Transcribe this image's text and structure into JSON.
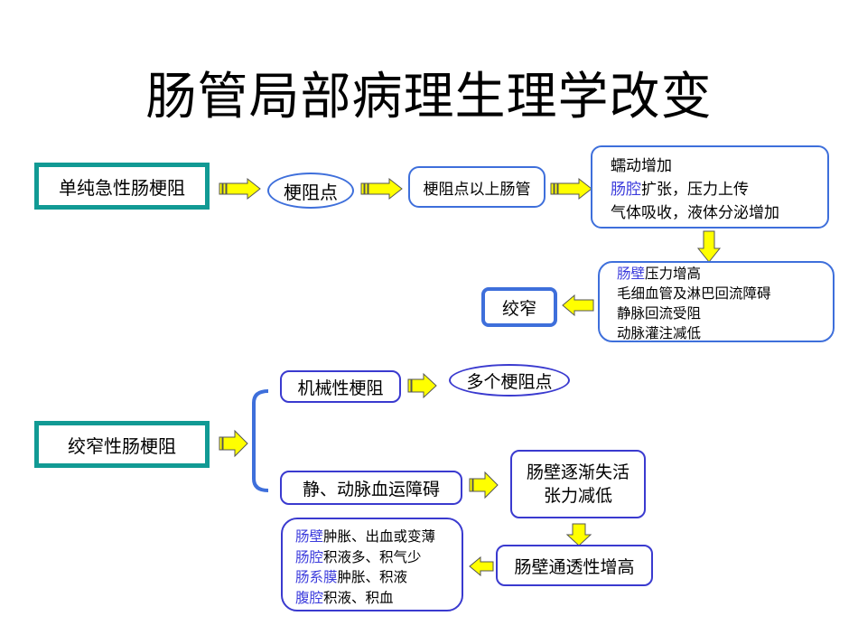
{
  "title": "肠管局部病理生理学改变",
  "colors": {
    "teal_border": "#119a94",
    "box_border": "#3e6fdb",
    "arrow_fill": "#ffff00",
    "highlight_text": "#3b3bdc"
  },
  "simple_obstruction": {
    "label": "单纯急性肠梗阻",
    "obstruction_point": "梗阻点",
    "above_point": "梗阻点以上肠管",
    "effects": {
      "line1": "蠕动增加",
      "line2_highlight": "肠腔",
      "line2_rest": "扩张，压力上传",
      "line3": "气体吸收，液体分泌增加"
    },
    "wall_effects": {
      "line1_highlight": "肠壁",
      "line1_rest": "压力增高",
      "line2": "毛细血管及淋巴回流障碍",
      "line3": "静脉回流受阻",
      "line4": "动脉灌注减低"
    },
    "result": "绞窄"
  },
  "strangulated_obstruction": {
    "label": "绞窄性肠梗阻",
    "branch_mechanical": "机械性梗阻",
    "multiple_points": "多个梗阻点",
    "branch_vascular": "静、动脉血运障碍",
    "wall_loss": {
      "line1": "肠壁逐渐失活",
      "line2": "张力减低"
    },
    "permeability": "肠壁通透性增高",
    "consequences": {
      "line1_highlight": "肠壁",
      "line1_rest": "肿胀、出血或变薄",
      "line2_highlight": "肠腔",
      "line2_rest": "积液多、积气少",
      "line3_highlight": "肠系膜",
      "line3_rest": "肿胀、积液",
      "line4_highlight": "腹腔",
      "line4_rest": "积液、积血"
    }
  }
}
